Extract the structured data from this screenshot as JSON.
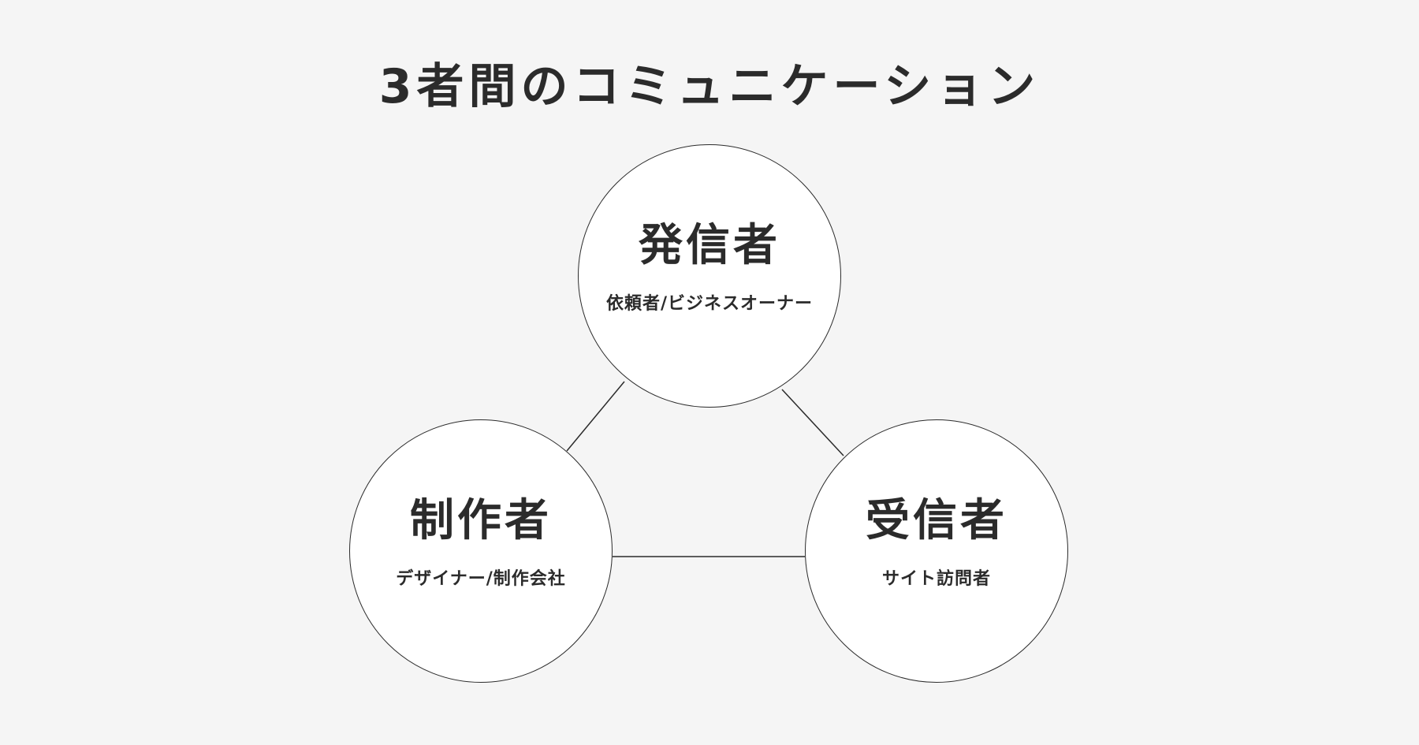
{
  "title": "3者間のコミュニケーション",
  "nodes": {
    "top": {
      "label": "発信者",
      "sublabel": "依頼者/ビジネスオーナー"
    },
    "left": {
      "label": "制作者",
      "sublabel": "デザイナー/制作会社"
    },
    "right": {
      "label": "受信者",
      "sublabel": "サイト訪問者"
    }
  },
  "colors": {
    "background": "#f5f5f5",
    "circle_fill": "#ffffff",
    "stroke": "#2b2b2b",
    "text": "#2b2b2b"
  }
}
